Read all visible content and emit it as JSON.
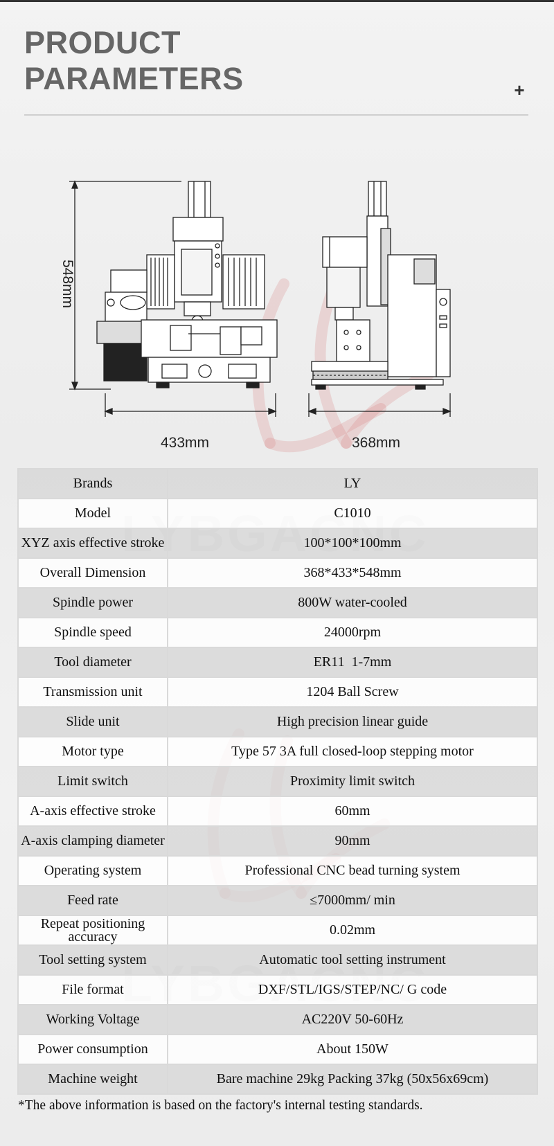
{
  "header": {
    "title_line1": "PRODUCT",
    "title_line2": "PARAMETERS",
    "expand_icon": "plus-icon"
  },
  "figure": {
    "width_label": "433mm",
    "depth_label": "368mm",
    "height_label": "548mm"
  },
  "watermark": {
    "text": "LYBGACNC"
  },
  "specs": [
    {
      "label": "Brands",
      "value": "LY"
    },
    {
      "label": "Model",
      "value": "C1010"
    },
    {
      "label": "XYZ axis effective stroke",
      "value": "100*100*100mm"
    },
    {
      "label": "Overall Dimension",
      "value": "368*433*548mm"
    },
    {
      "label": "Spindle power",
      "value": "800W water-cooled"
    },
    {
      "label": "Spindle speed",
      "value": "24000rpm"
    },
    {
      "label": "Tool diameter",
      "value": "ER11  1-7mm"
    },
    {
      "label": "Transmission unit",
      "value": "1204 Ball Screw"
    },
    {
      "label": "Slide unit",
      "value": "High precision linear guide"
    },
    {
      "label": "Motor type",
      "value": "Type 57 3A full closed-loop stepping motor"
    },
    {
      "label": "Limit switch",
      "value": "Proximity limit switch"
    },
    {
      "label": "A-axis effective stroke",
      "value": "60mm"
    },
    {
      "label": "A-axis clamping diameter",
      "value": "90mm"
    },
    {
      "label": "Operating system",
      "value": "Professional CNC bead turning system"
    },
    {
      "label": "Feed rate",
      "value": "≤7000mm/ min"
    },
    {
      "label": "Repeat positioning accuracy",
      "value": "0.02mm"
    },
    {
      "label": "Tool setting system",
      "value": "Automatic tool setting instrument"
    },
    {
      "label": "File format",
      "value": "DXF/STL/IGS/STEP/NC/ G code"
    },
    {
      "label": "Working Voltage",
      "value": "AC220V 50-60Hz"
    },
    {
      "label": "Power consumption",
      "value": "About 150W"
    },
    {
      "label": "Machine weight",
      "value": "Bare machine 29kg Packing 37kg (50x56x69cm)"
    }
  ],
  "footnote": "*The above information is based on the factory's internal testing standards."
}
